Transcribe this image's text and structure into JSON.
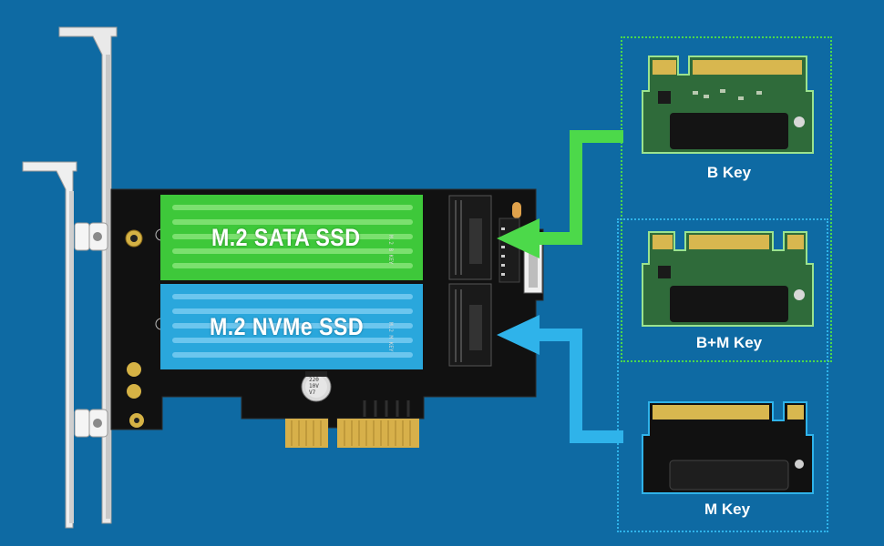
{
  "slots": {
    "sata_label": "M.2 SATA SSD",
    "nvme_label": "M.2 NVMe SSD",
    "sata_key_mark": "M.2 B KEY",
    "nvme_key_mark": "M.2 M KEY"
  },
  "keys": [
    {
      "label": "B Key"
    },
    {
      "label": "B+M Key"
    },
    {
      "label": "M Key"
    }
  ],
  "capacitor_text": "220\n10V\nV7",
  "colors": {
    "background": "#0e6aa3",
    "sata_green": "#3ec83a",
    "nvme_blue": "#2aa7dc",
    "arrow_green": "#4cd94a",
    "arrow_blue": "#2fb3ea",
    "pcb_black": "#111111",
    "gold": "#d7b04a"
  },
  "icons": {
    "sata_arrow": "arrow-left-icon",
    "nvme_arrow": "arrow-left-icon"
  }
}
